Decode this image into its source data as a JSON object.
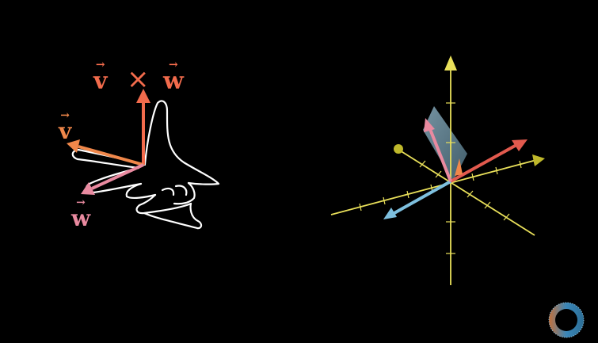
{
  "labels": {
    "top_v": "v",
    "times": "×",
    "top_w": "w",
    "left_v": "v",
    "left_w": "w",
    "vec_arrow": "→"
  },
  "colors": {
    "background": "#000000",
    "cross_product_vector": "#f26b4c",
    "v_vector": "#f0874a",
    "w_vector": "#e98aa0",
    "hand_outline": "#ffffff",
    "axis": "#e9e05a",
    "axis_tip": "#bfb82b",
    "red_vector_3d": "#e25a4e",
    "blue_vector_3d": "#7ec0df",
    "pink_vector_3d": "#e98aa0",
    "plane": "#8db3c6"
  },
  "icons": {
    "logo": "pi-creature-eye-icon"
  }
}
